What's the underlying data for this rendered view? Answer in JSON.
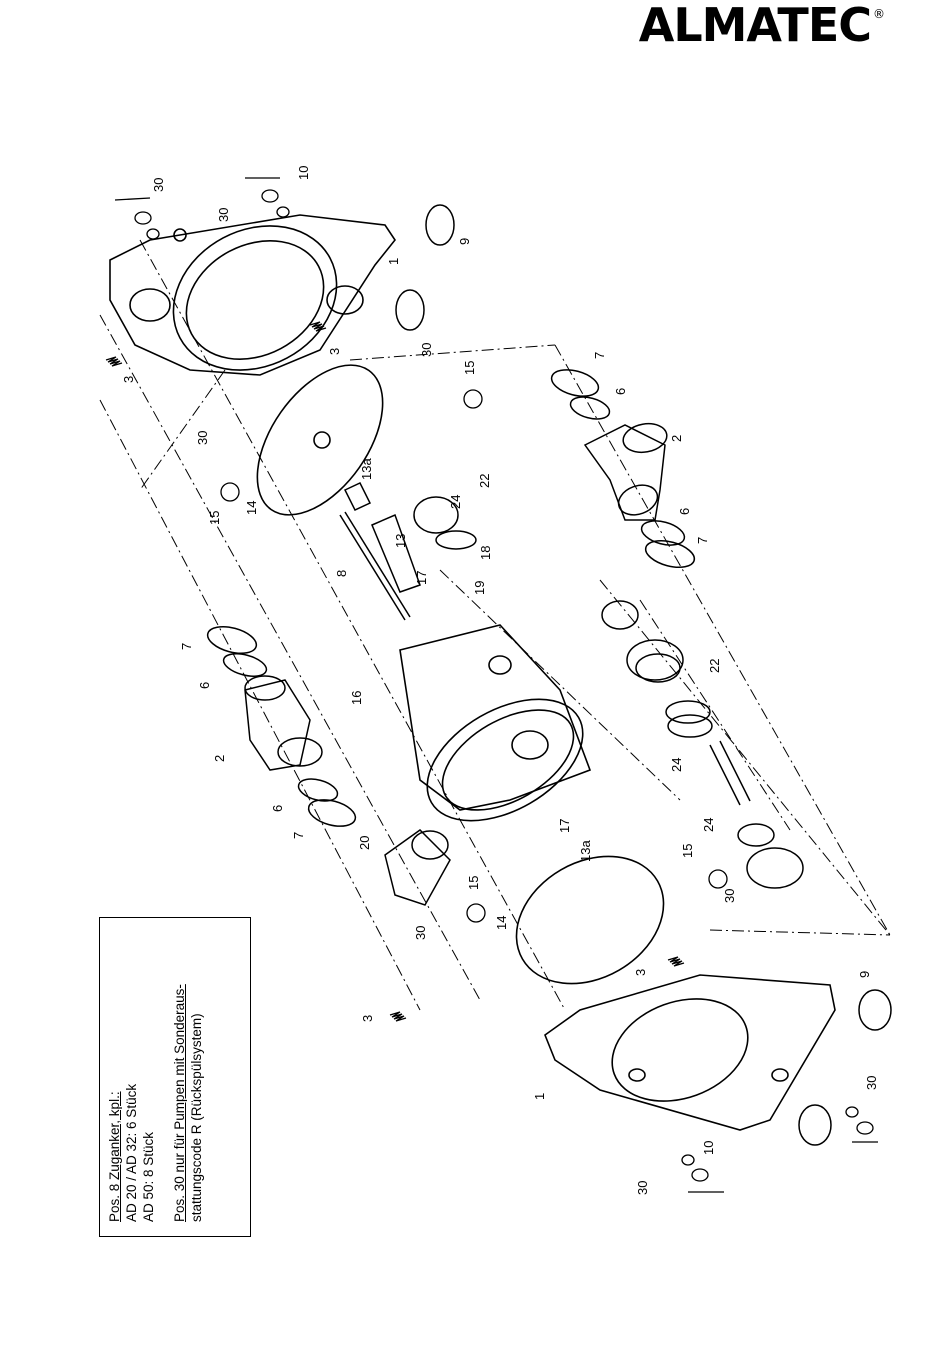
{
  "brand": {
    "logo_text": "ALMATEC",
    "registered_mark": "®"
  },
  "labels": {
    "l1a": "1",
    "l1b": "1",
    "l2a": "2",
    "l2b": "2",
    "l3a": "3",
    "l3b": "3",
    "l3c": "3",
    "l3d": "3",
    "l6a": "6",
    "l6b": "6",
    "l6c": "6",
    "l6d": "6",
    "l7a": "7",
    "l7b": "7",
    "l7c": "7",
    "l7d": "7",
    "l8": "8",
    "l9a": "9",
    "l9b": "9",
    "l10a": "10",
    "l10b": "10",
    "l13": "13",
    "l13aa": "13a",
    "l13ab": "13a",
    "l14a": "14",
    "l14b": "14",
    "l15a": "15",
    "l15b": "15",
    "l15c": "15",
    "l15d": "15",
    "l16": "16",
    "l17a": "17",
    "l17b": "17",
    "l18": "18",
    "l19": "19",
    "l20": "20",
    "l22a": "22",
    "l22b": "22",
    "l24a": "24",
    "l24b": "24",
    "l24c": "24",
    "l30a": "30",
    "l30b": "30",
    "l30c": "30",
    "l30d": "30",
    "l30e": "30",
    "l30f": "30",
    "l30g": "30",
    "l30h": "30"
  },
  "note": {
    "line1": "Pos. 8 Zuganker, kpl.:",
    "line2": "AD 20 / AD 32: 6 Stück",
    "line3": "AD 50: 8 Stück",
    "line4": "Pos. 30 nur für Pumpen mit Sonderaus-",
    "line5": "stattungscode R (Rückspülsystem)"
  }
}
